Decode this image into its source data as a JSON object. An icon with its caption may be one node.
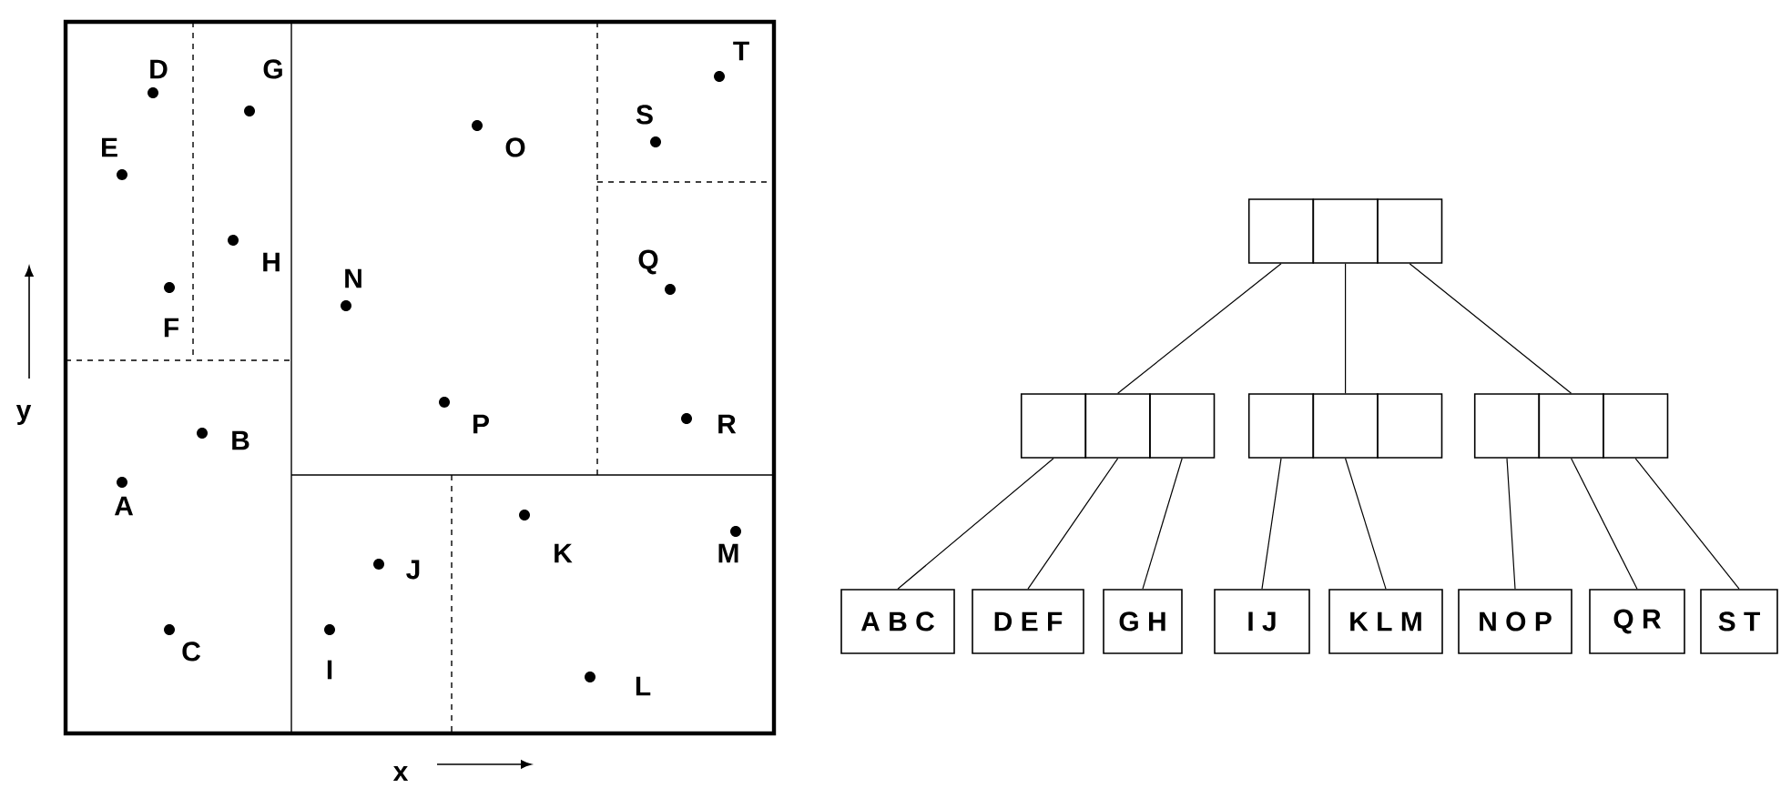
{
  "diagram": {
    "nodes": [
      {
        "text": [],
        "shape": "box"
      },
      {
        "text": [],
        "shape": "box"
      },
      {
        "text": [],
        "shape": "box"
      },
      {
        "text": [],
        "shape": "box"
      },
      {
        "text": [],
        "shape": "box"
      },
      {
        "text": [],
        "shape": "box"
      },
      {
        "text": [],
        "shape": "box"
      },
      {
        "text": [],
        "shape": "box"
      },
      {
        "text": [],
        "shape": "box"
      },
      {
        "text": [],
        "shape": "box"
      },
      {
        "text": [],
        "shape": "box"
      },
      {
        "text": [],
        "shape": "box"
      },
      {
        "text": [
          "A B C"
        ]
      },
      {
        "text": [
          "D E F"
        ]
      },
      {
        "text": [
          "G H"
        ]
      },
      {
        "text": [
          "I J"
        ]
      },
      {
        "text": [
          "K L M"
        ]
      },
      {
        "text": [
          "N O P"
        ]
      },
      {
        "text": [
          "Q R"
        ]
      },
      {
        "text": [
          "S T"
        ]
      }
    ],
    "edges": [
      {
        "from": 0,
        "to": 4,
        "arrow": "none"
      },
      {
        "from": 1,
        "to": 7,
        "arrow": "none"
      },
      {
        "from": 2,
        "to": 10,
        "arrow": "none"
      },
      {
        "from": 3,
        "to": 12,
        "arrow": "none"
      },
      {
        "from": 4,
        "to": 13,
        "arrow": "none"
      },
      {
        "from": 5,
        "to": 14,
        "arrow": "none"
      },
      {
        "from": 6,
        "to": 15,
        "arrow": "none"
      },
      {
        "from": 7,
        "to": 16,
        "arrow": "none"
      },
      {
        "from": 9,
        "to": 17,
        "arrow": "none"
      },
      {
        "from": 10,
        "to": 18,
        "arrow": "none"
      },
      {
        "from": 11,
        "to": 19,
        "arrow": "none"
      }
    ],
    "labels": [
      "A",
      "B",
      "C",
      "D",
      "E",
      "F",
      "G",
      "H",
      "I",
      "J",
      "K",
      "L",
      "M",
      "N",
      "O",
      "P",
      "Q",
      "R",
      "S",
      "T",
      "y",
      "x"
    ]
  }
}
